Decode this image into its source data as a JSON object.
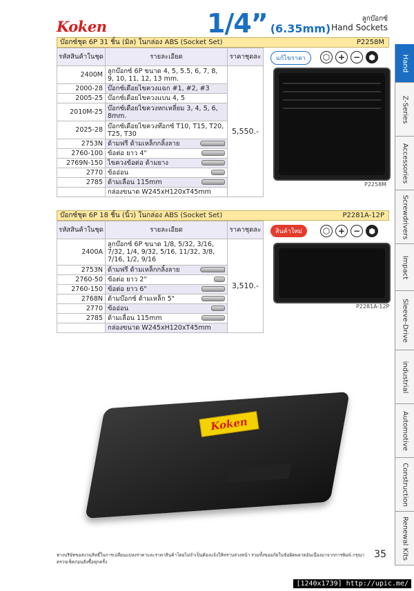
{
  "header": {
    "brand": "Koken",
    "size_big": "1/4”",
    "size_small": "(6.35mm)",
    "thai_category": "ลูกบ๊อกซ์",
    "category": "Hand Sockets"
  },
  "side_tabs": [
    "Hand",
    "Z-Series",
    "Accessories",
    "Screwdrivers",
    "Impact",
    "Sleeve-Drive",
    "industrial",
    "Automotive",
    "Construction",
    "Renewal Kits"
  ],
  "section1": {
    "title": "บ๊อกซ์ชุด 6P 31 ชิ้น (มิล) ในกล่อง ABS (Socket Set)",
    "code": "P2258M",
    "col_code": "รหัสสินค้าในชุด",
    "col_desc": "รายละเอียด",
    "col_price": "ราคาชุดละ",
    "price": "5,550.-",
    "rows": [
      {
        "code": "2400M",
        "desc": "ลูกบ๊อกซ์ 6P ขนาด 4, 5, 5.5, 6, 7, 8, 9, 10, 11, 12, 13 mm."
      },
      {
        "code": "2000-28",
        "desc": "บ๊อกซ์เดือยไขควงแฉก #1, #2, #3"
      },
      {
        "code": "2005-25",
        "desc": "บ๊อกซ์เดือยไขควงแบน 4, 5"
      },
      {
        "code": "2010M-25",
        "desc": "บ๊อกซ์เดือยไขควงหกเหลี่ยม 3, 4, 5, 6, 8mm."
      },
      {
        "code": "2025-28",
        "desc": "บ๊อกซ์เดือยไขควงท๊อกซ์ T10, T15, T20, T25, T30"
      },
      {
        "code": "2753N",
        "desc": "ด้ามฟรี ด้ามเหล็กกลิ้งลาย"
      },
      {
        "code": "2760-100",
        "desc": "ข้อต่อ ยาว 4\""
      },
      {
        "code": "2769N-150",
        "desc": "ไขควงข้อต่อ ด้ามยาง"
      },
      {
        "code": "2770",
        "desc": "ข้ออ่อน"
      },
      {
        "code": "2785",
        "desc": "ด้ามเลื่อน 115mm"
      },
      {
        "code": "",
        "desc": "กล่องขนาด W245xH120xT45mm"
      }
    ],
    "badge": "แก้ไขราคา",
    "img_label": "P2258M"
  },
  "section2": {
    "title": "บ๊อกซ์ชุด 6P 18 ชิ้น (นิ้ว) ในกล่อง ABS (Socket Set)",
    "code": "P2281A-12P",
    "col_code": "รหัสสินค้าในชุด",
    "col_desc": "รายละเอียด",
    "col_price": "ราคาชุดละ",
    "price": "3,510.-",
    "rows": [
      {
        "code": "2400A",
        "desc": "ลูกบ๊อกซ์ 6P ขนาด 1/8, 5/32, 3/16, 7/32, 1/4, 9/32, 5/16, 11/32, 3/8, 7/16, 1/2, 9/16"
      },
      {
        "code": "2753N",
        "desc": "ด้ามฟรี ด้ามเหล็กกลิ้งลาย"
      },
      {
        "code": "2760-50",
        "desc": "ข้อต่อ ยาว 2\""
      },
      {
        "code": "2760-150",
        "desc": "ข้อต่อ ยาว 6\""
      },
      {
        "code": "2768N",
        "desc": "ด้ามบ๊อกซ์ ด้ามเหล็ก 5\""
      },
      {
        "code": "2770",
        "desc": "ข้ออ่อน"
      },
      {
        "code": "2785",
        "desc": "ด้ามเลื่อน 115mm"
      },
      {
        "code": "",
        "desc": "กล่องขนาด W245xH120xT45mm"
      }
    ],
    "badge": "สินค้าใหม่",
    "img_label": "P2281A-12P"
  },
  "footer": {
    "note": "ทางบริษัทขอสงวนสิทธิ์ในการเปลี่ยนแปลงราคาและราคาสินค้าโดยไม่จำเป็นต้องแจ้งให้ทราบล่วงหน้า รวมทั้งขออภัยในข้อผิดพลาดอันเนื่องมาจากการพิมพ์ กรุณาตรวจเช็คก่อนสั่งซื้อทุกครั้ง",
    "page": "35",
    "watermark": "[1240x1739] http://upic.me/"
  }
}
